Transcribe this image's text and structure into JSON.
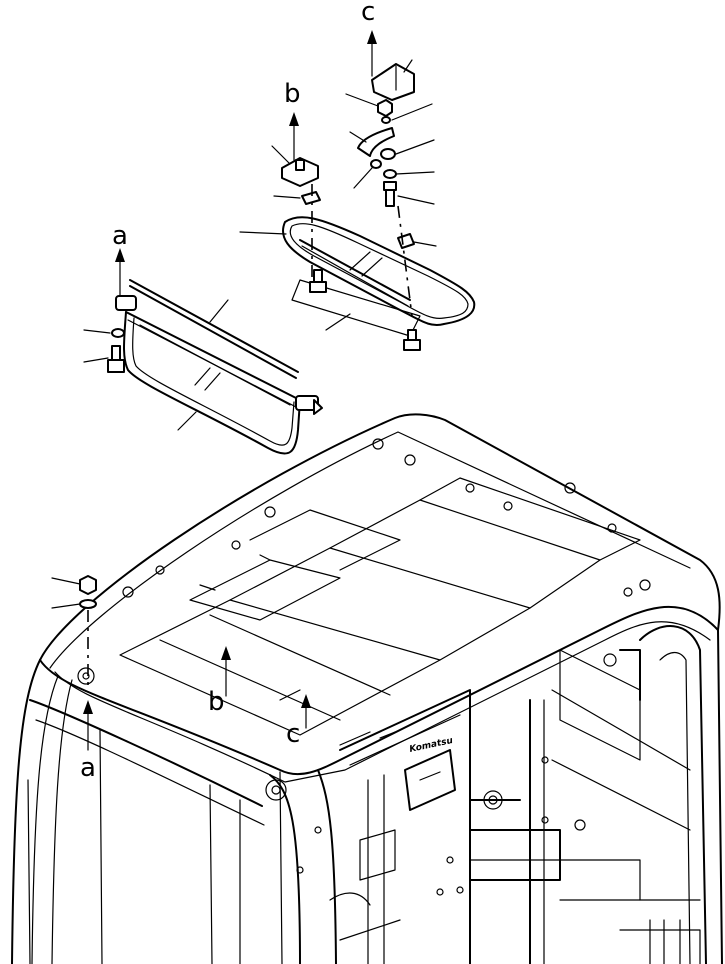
{
  "diagram": {
    "labels": {
      "a": "a",
      "b": "b",
      "c": "c"
    },
    "brand_mark": "Komatsu"
  }
}
